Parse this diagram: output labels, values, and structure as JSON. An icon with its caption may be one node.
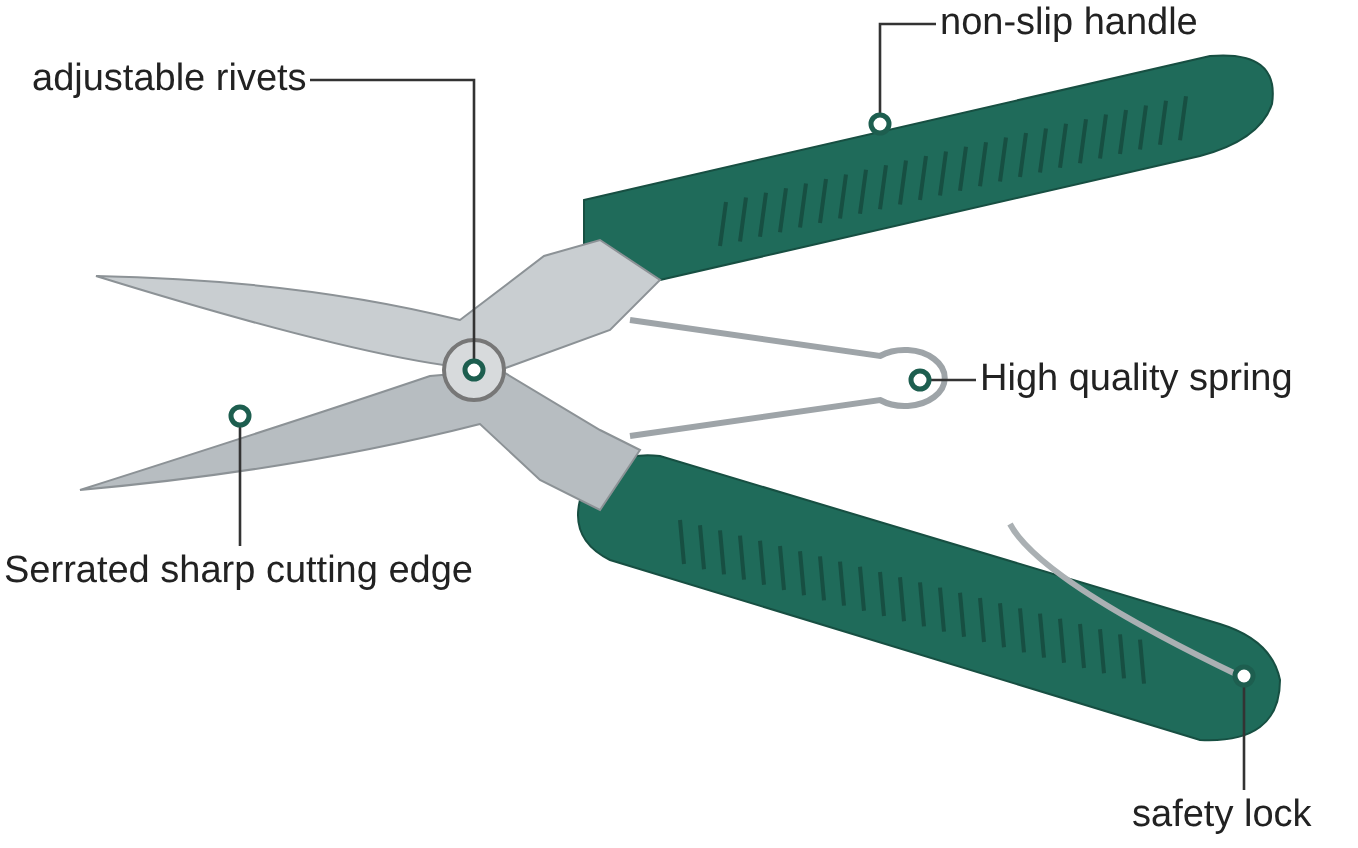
{
  "diagram": {
    "nodes": [
      {
        "text": [
          "non-slip handle"
        ]
      },
      {
        "text": [
          "adjustable rivets"
        ]
      },
      {
        "text": [
          "High quality spring"
        ]
      },
      {
        "text": [
          "Serrated sharp cutting edge"
        ]
      },
      {
        "text": [
          "safety lock"
        ]
      }
    ],
    "edges": [
      {
        "from": 0,
        "to": null,
        "arrow": "other"
      },
      {
        "from": 1,
        "to": null,
        "arrow": "other"
      },
      {
        "from": 2,
        "to": null,
        "arrow": "other"
      },
      {
        "from": 3,
        "to": null,
        "arrow": "other"
      },
      {
        "from": 4,
        "to": null,
        "arrow": "other"
      }
    ]
  }
}
